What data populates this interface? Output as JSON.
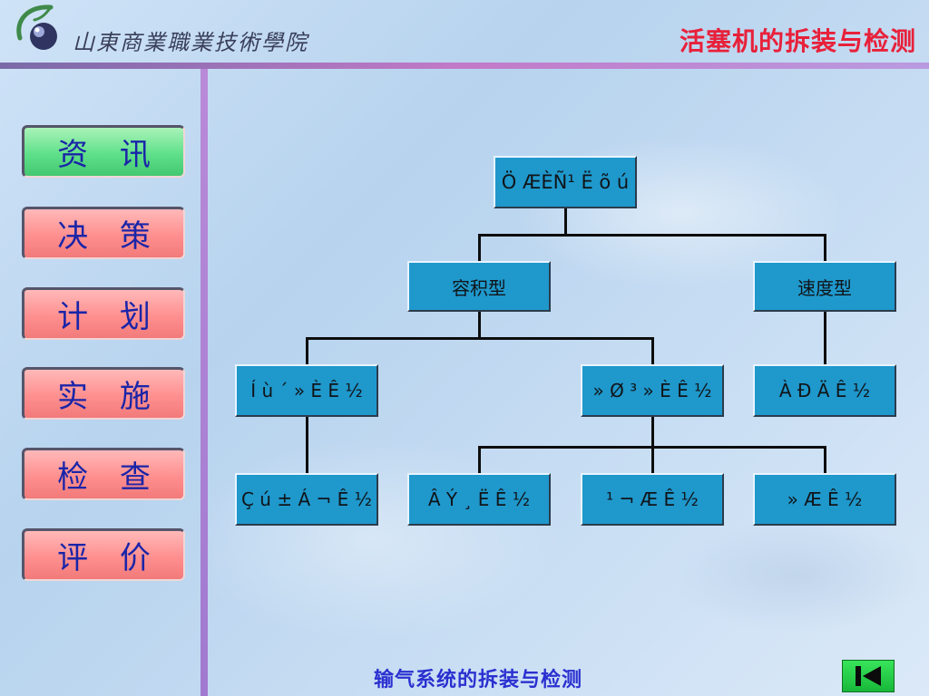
{
  "header": {
    "school_name": "山東商業職業技術學院",
    "course_title": "活塞机的拆装与检测"
  },
  "sidebar": {
    "items": [
      {
        "label": "资 讯",
        "active": true
      },
      {
        "label": "决 策",
        "active": false
      },
      {
        "label": "计 划",
        "active": false
      },
      {
        "label": "实 施",
        "active": false
      },
      {
        "label": "检 查",
        "active": false
      },
      {
        "label": "评 价",
        "active": false
      }
    ]
  },
  "diagram": {
    "root": "Ö ÆÈÑ¹ Ë õ ú",
    "volumetric": "容积型",
    "velocity": "速度型",
    "reciprocating": "Í ù ´ » È Ê ½",
    "rotary": "» Ø ³ » È Ê ½",
    "centrifugal": "À Ð Ä Ê ½",
    "piston": "Ç ú ± Á ¬ Ê ½",
    "screw": "Â Ý ¸ Ë Ê ½",
    "sliding_vane": "¹ ¬ Æ Ê ½",
    "axial": "» Æ Ê ½"
  },
  "footer": {
    "title": "输气系统的拆装与检测",
    "back_icon": "skip-back-icon"
  },
  "colors": {
    "node_fill": "#1f98cc",
    "nav_active": "#5fe08a",
    "nav_inactive": "#ff8f8f",
    "title_red": "#e8203a",
    "footer_blue": "#2a30d0"
  }
}
